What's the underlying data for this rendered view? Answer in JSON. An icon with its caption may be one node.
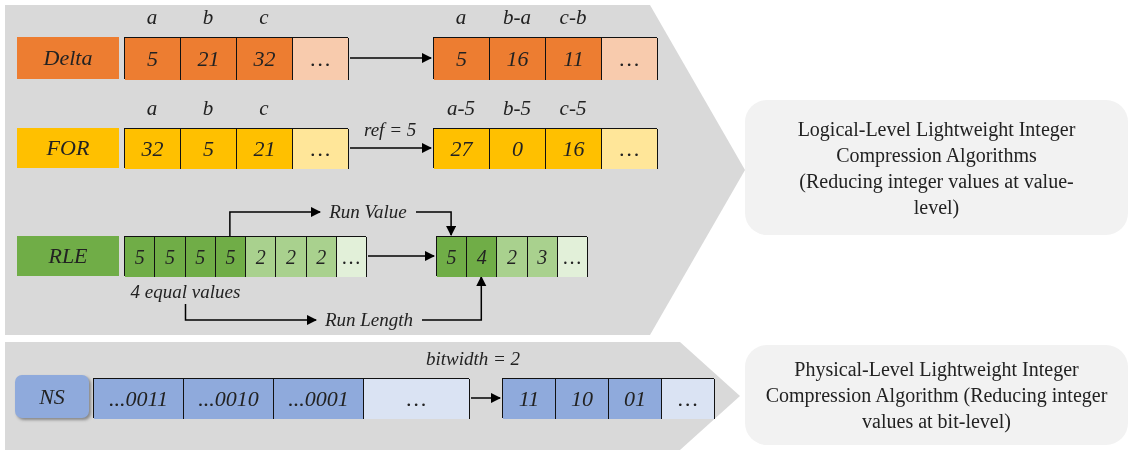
{
  "diagram": {
    "nodes": [
      {
        "text": [],
        "shape": "chevron"
      },
      {
        "text": [
          "Delta"
        ],
        "in": 0
      },
      {
        "text": [],
        "shape": "box",
        "in": 0
      },
      {
        "text": [
          "5"
        ],
        "beside": [
          "a"
        ],
        "in": 2
      },
      {
        "text": [
          "21"
        ],
        "beside": [
          "b"
        ],
        "in": 2
      },
      {
        "text": [
          "32"
        ],
        "beside": [
          "c"
        ],
        "in": 2
      },
      {
        "text": [
          "…"
        ],
        "in": 2
      },
      {
        "text": [],
        "shape": "box",
        "in": 0
      },
      {
        "text": [
          "5"
        ],
        "beside": [
          "a"
        ],
        "in": 7
      },
      {
        "text": [
          "16"
        ],
        "beside": [
          "b-a"
        ],
        "in": 7
      },
      {
        "text": [
          "11"
        ],
        "beside": [
          "c-b"
        ],
        "in": 7
      },
      {
        "text": [
          "…"
        ],
        "in": 7
      },
      {
        "text": [
          "FOR"
        ],
        "in": 0
      },
      {
        "text": [],
        "shape": "box",
        "in": 0
      },
      {
        "text": [
          "32"
        ],
        "beside": [
          "a"
        ],
        "in": 13
      },
      {
        "text": [
          "5"
        ],
        "beside": [
          "b"
        ],
        "in": 13
      },
      {
        "text": [
          "21"
        ],
        "beside": [
          "c"
        ],
        "in": 13
      },
      {
        "text": [
          "…"
        ],
        "in": 13
      },
      {
        "text": [],
        "shape": "box",
        "in": 0
      },
      {
        "text": [
          "27"
        ],
        "beside": [
          "a-5"
        ],
        "in": 18
      },
      {
        "text": [
          "0"
        ],
        "beside": [
          "b-5"
        ],
        "in": 18
      },
      {
        "text": [
          "16"
        ],
        "beside": [
          "c-5"
        ],
        "in": 18
      },
      {
        "text": [
          "…"
        ],
        "in": 18
      },
      {
        "text": [
          "RLE"
        ],
        "in": 0
      },
      {
        "text": [],
        "shape": "box",
        "in": 0
      },
      {
        "text": [
          "5"
        ],
        "in": 24
      },
      {
        "text": [
          "5"
        ],
        "in": 24
      },
      {
        "text": [
          "5"
        ],
        "in": 24
      },
      {
        "text": [
          "5"
        ],
        "in": 24
      },
      {
        "text": [
          "2"
        ],
        "in": 24
      },
      {
        "text": [
          "2"
        ],
        "in": 24
      },
      {
        "text": [
          "2"
        ],
        "in": 24
      },
      {
        "text": [
          "…"
        ],
        "in": 24
      },
      {
        "text": [],
        "shape": "box",
        "in": 0
      },
      {
        "text": [
          "5"
        ],
        "in": 33
      },
      {
        "text": [
          "4"
        ],
        "in": 33
      },
      {
        "text": [
          "2"
        ],
        "in": 33
      },
      {
        "text": [
          "3"
        ],
        "in": 33
      },
      {
        "text": [
          "…"
        ],
        "in": 33
      },
      {
        "text": [
          "Run Value"
        ],
        "in": 0
      },
      {
        "text": [
          "4 equal values"
        ],
        "in": 0
      },
      {
        "text": [
          "Run Length"
        ],
        "in": 0
      },
      {
        "text": [
          "Logical-Level Lightweight Integer Compression Algorithms (Reducing integer values at value-level)"
        ]
      },
      {
        "text": [],
        "shape": "chevron"
      },
      {
        "text": [
          "NS"
        ],
        "in": 43
      },
      {
        "text": [],
        "shape": "box",
        "in": 43
      },
      {
        "text": [
          "...0011"
        ],
        "in": 45
      },
      {
        "text": [
          "...0010"
        ],
        "in": 45
      },
      {
        "text": [
          "...0001"
        ],
        "in": 45
      },
      {
        "text": [
          "…"
        ],
        "in": 45
      },
      {
        "text": [],
        "shape": "box",
        "in": 43
      },
      {
        "text": [
          "11"
        ],
        "in": 50
      },
      {
        "text": [
          "10"
        ],
        "in": 50
      },
      {
        "text": [
          "01"
        ],
        "in": 50
      },
      {
        "text": [
          "…"
        ],
        "in": 50
      },
      {
        "text": [
          "Physical-Level Lightweight Integer Compression Algorithm (Reducing integer values at bit-level)"
        ]
      }
    ],
    "edges": [
      {
        "from": 2,
        "to": 7,
        "arrow": "to"
      },
      {
        "from": 13,
        "to": 18,
        "arrow": "to",
        "label": "ref = 5"
      },
      {
        "from": 24,
        "to": 33,
        "arrow": "to"
      },
      {
        "from": 28,
        "to": 39,
        "arrow": "to"
      },
      {
        "from": 39,
        "to": 34,
        "arrow": "to"
      },
      {
        "from": 40,
        "to": 41,
        "arrow": "to"
      },
      {
        "from": 41,
        "to": 35,
        "arrow": "to"
      },
      {
        "from": 45,
        "to": 50,
        "arrow": "to",
        "label": "bitwidth = 2"
      }
    ]
  }
}
